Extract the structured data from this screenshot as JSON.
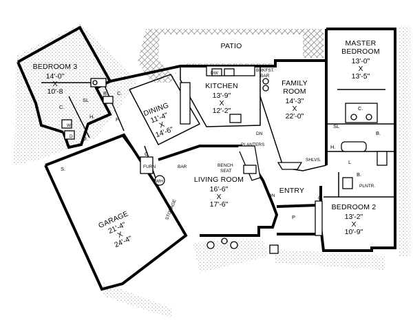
{
  "rooms": {
    "patio": {
      "name": "PATIO"
    },
    "bedroom3": {
      "name": "BEDROOM 3",
      "dim1": "14'-0\"",
      "x": "X",
      "dim2": "10'-8"
    },
    "kitchen": {
      "name": "KITCHEN",
      "dim1": "13'-9\"",
      "x": "X",
      "dim2": "12'-2\""
    },
    "family": {
      "name1": "FAMILY",
      "name2": "ROOM",
      "dim1": "14'-3\"",
      "x": "X",
      "dim2": "22'-0\""
    },
    "master": {
      "name1": "MASTER",
      "name2": "BEDROOM",
      "dim1": "13'-0\"",
      "x": "X",
      "dim2": "13'-5\""
    },
    "dining": {
      "name": "DINING",
      "dim1": "11'-4\"",
      "x": "X",
      "dim2": "14'-6\""
    },
    "living": {
      "name": "LIVING ROOM",
      "dim1": "16'-6\"",
      "x": "X",
      "dim2": "17'-6\""
    },
    "garage": {
      "name": "GARAGE",
      "dim1": "21'-4\"",
      "x": "X",
      "dim2": "24'-4\""
    },
    "bedroom2": {
      "name": "BEDROOM 2",
      "dim1": "13'-2\"",
      "x": "X",
      "dim2": "10'-9\""
    },
    "entry": {
      "name": "ENTRY"
    }
  },
  "labels": {
    "dw": "DW",
    "brkfst1": "BRKFST.",
    "brkfst2": "BAR",
    "planters": "PLANTERS",
    "shlvs": "SHLVS.",
    "dn1": "DN",
    "dn2": "DN",
    "bench1": "BENCH",
    "bench2": "SEAT",
    "bar": "BAR",
    "furn": "FURN",
    "wh": "WH",
    "storage": "STORAGE",
    "plntr": "PLNTR.",
    "sl1": "SL",
    "sl2": "SL",
    "c1": "C.",
    "c2": "C.",
    "c3": "C.",
    "c4": "C.",
    "c5": "C.",
    "b1": "B.",
    "b2": "B.",
    "b3": "B.",
    "h1": "H.",
    "h2": "H.",
    "p1": "P.",
    "p2": "P",
    "l": "L",
    "u": "U.",
    "s": "S.",
    "w": "W",
    "d": "D"
  }
}
